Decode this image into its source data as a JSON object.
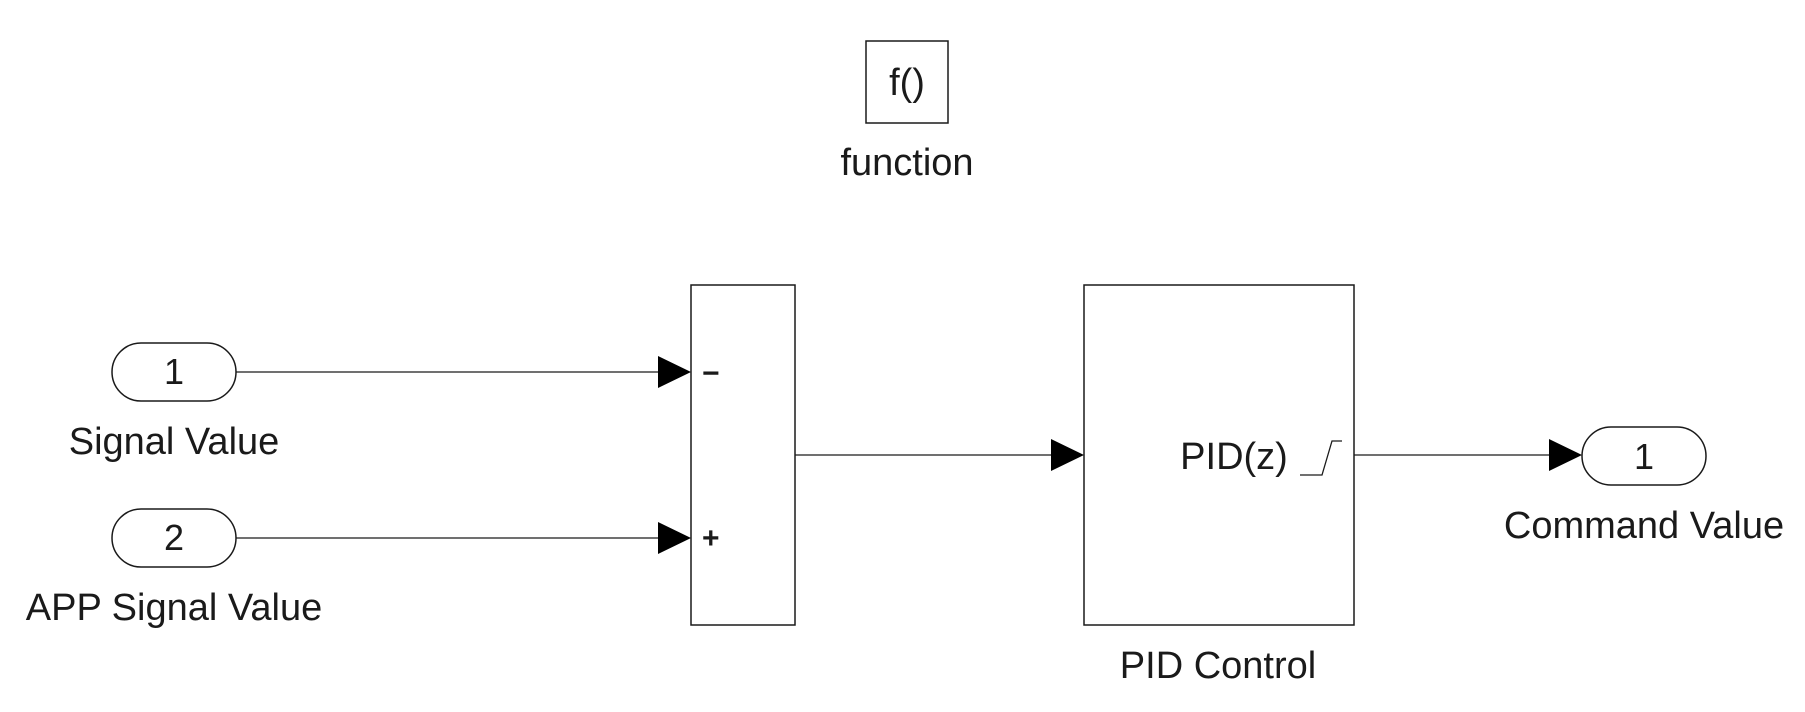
{
  "function_block": {
    "label": "f()",
    "caption": "function"
  },
  "inports": [
    {
      "number": "1",
      "caption": "Signal Value"
    },
    {
      "number": "2",
      "caption": "APP Signal Value"
    }
  ],
  "sum_block": {
    "signs": [
      "−",
      "+"
    ]
  },
  "pid_block": {
    "label": "PID(z)",
    "caption": "PID Control"
  },
  "outport": {
    "number": "1",
    "caption": "Command Value"
  }
}
